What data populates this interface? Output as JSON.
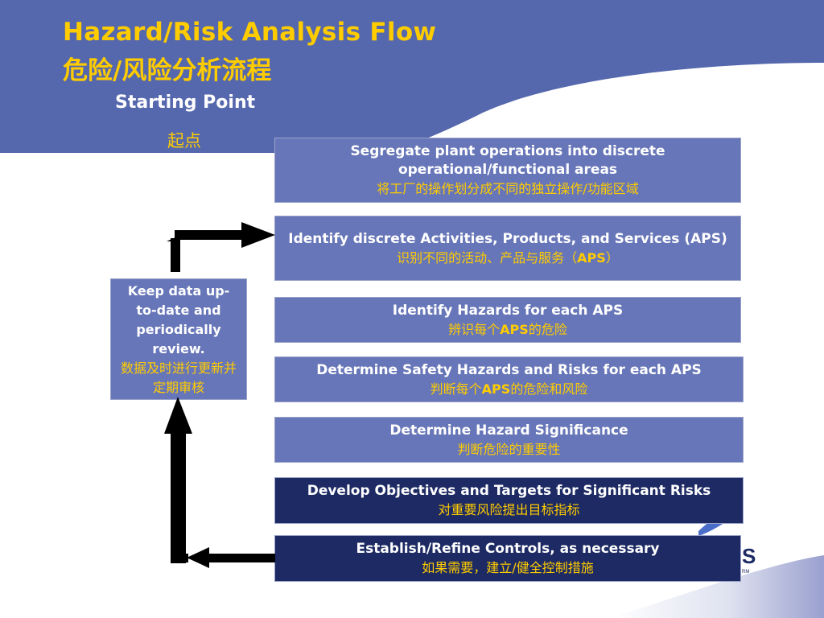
{
  "title": {
    "en": "Hazard/Risk Analysis Flow",
    "cn": "危险/风险分析流程"
  },
  "start": {
    "en": "Starting Point",
    "cn": "起点"
  },
  "steps": [
    {
      "en": "Segregate plant operations into discrete operational/functional areas",
      "cn": "将工厂的操作划分成不同的独立操作/功能区域"
    },
    {
      "en": "Identify discrete Activities, Products, and Services (APS)",
      "cn_pre": "识别不同的活动、产品与服务（",
      "cn_bold": "APS",
      "cn_post": "）"
    },
    {
      "en": "Identify Hazards for each APS",
      "cn_pre": "辨识每个",
      "cn_bold": "APS",
      "cn_post": "的危险"
    },
    {
      "en": "Determine Safety Hazards and Risks for each APS",
      "cn_pre": "判断每个",
      "cn_bold": "APS",
      "cn_post": "的危险和风险"
    },
    {
      "en": "Determine Hazard Significance",
      "cn": "判断危险的重要性"
    },
    {
      "en": "Develop Objectives and Targets for Significant Risks",
      "cn": "对重要风险提出目标指标"
    },
    {
      "en": "Establish/Refine Controls, as necessary",
      "cn": "如果需要，建立/健全控制措施"
    }
  ],
  "review": {
    "en": "Keep data up-to-date and periodically review.",
    "cn": "数据及时进行更新并定期审核"
  },
  "colors": {
    "header_blue": "#5567ad",
    "light_box": "#6776b8",
    "dark_box": "#1d2a63",
    "title_yellow": "#ffcc00"
  }
}
